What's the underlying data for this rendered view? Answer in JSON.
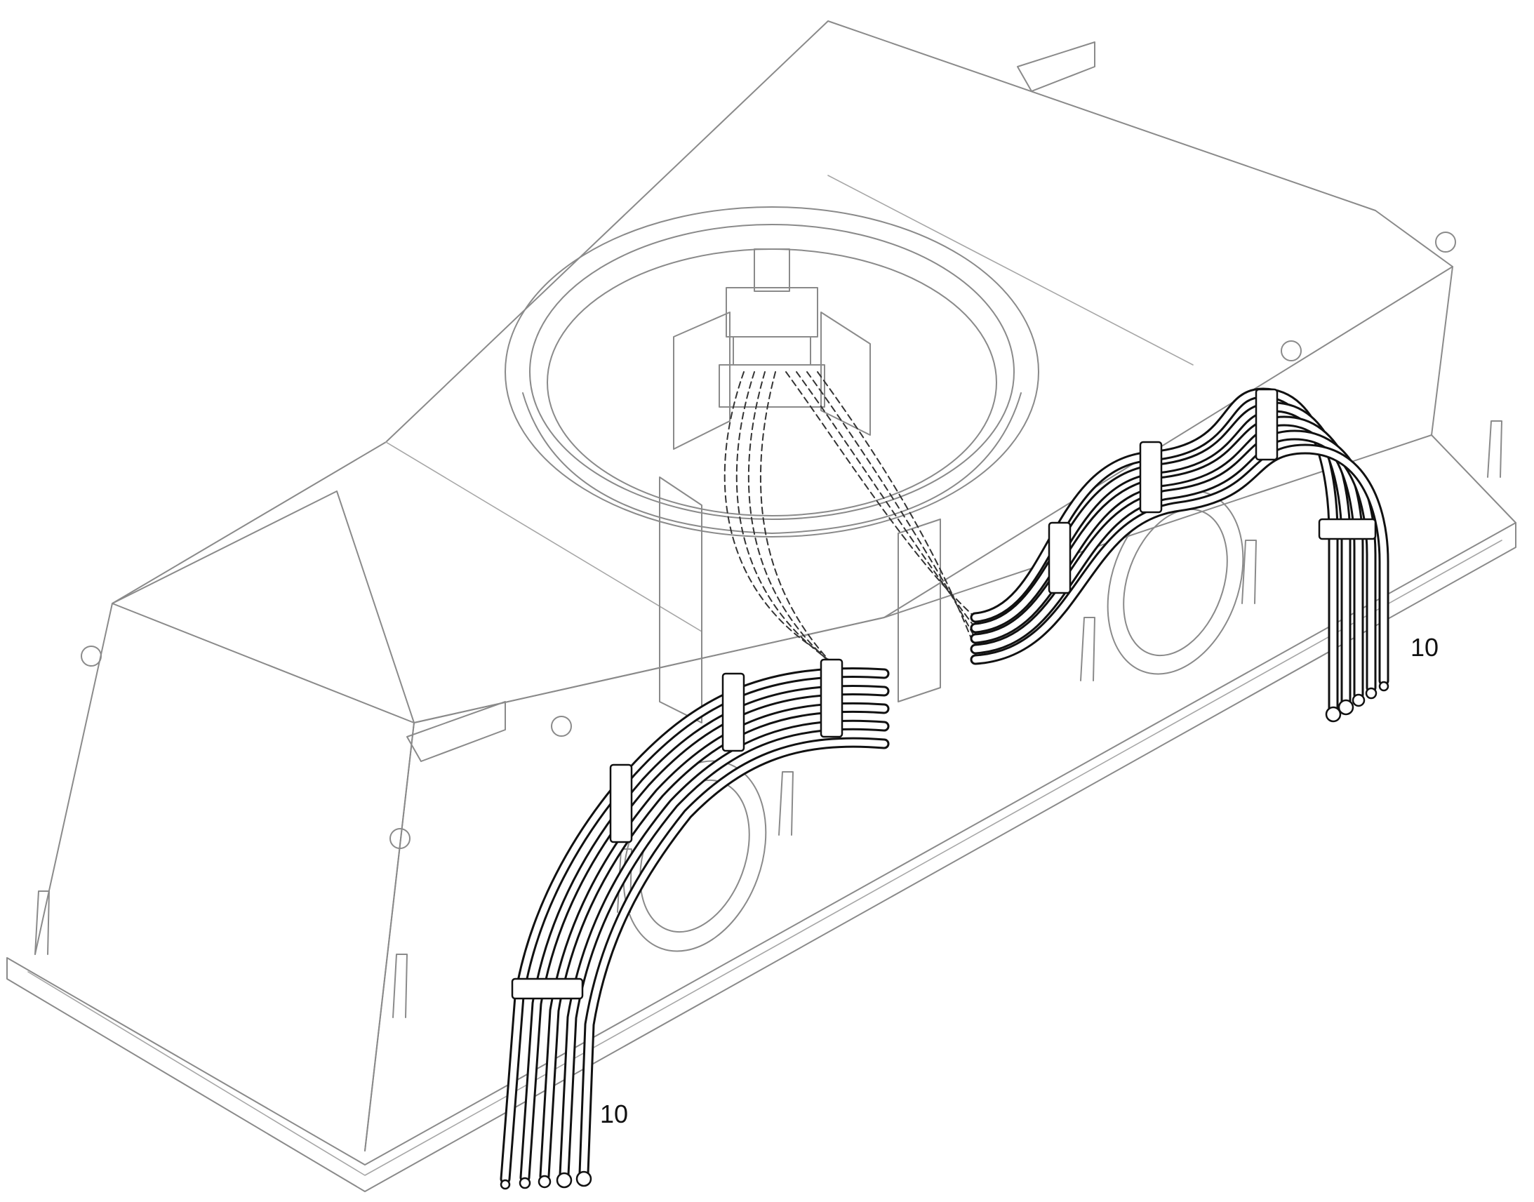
{
  "callouts": [
    {
      "id": "callout-right",
      "label": "10"
    },
    {
      "id": "callout-left",
      "label": "10"
    }
  ]
}
